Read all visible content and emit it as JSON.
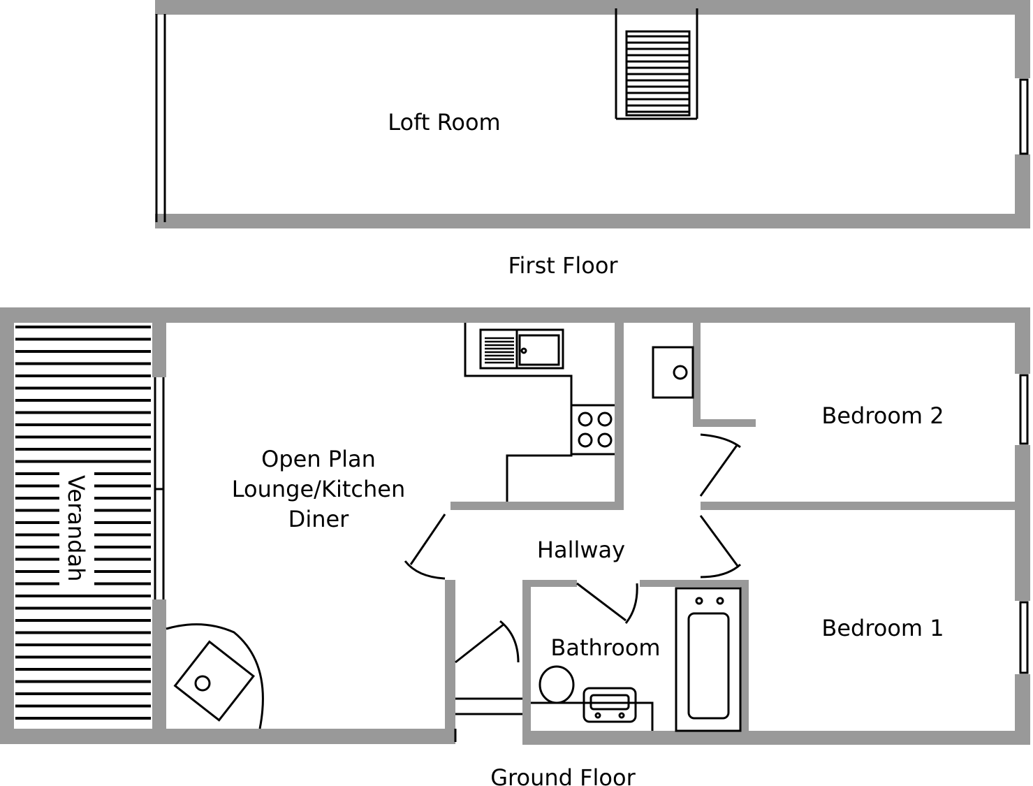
{
  "first_floor": {
    "caption": "First Floor",
    "rooms": {
      "loft": "Loft Room"
    }
  },
  "ground_floor": {
    "caption": "Ground Floor",
    "rooms": {
      "verandah": "Verandah",
      "lounge_line1": "Open Plan",
      "lounge_line2": "Lounge/Kitchen",
      "lounge_line3": "Diner",
      "hallway": "Hallway",
      "bedroom2": "Bedroom 2",
      "bedroom1": "Bedroom 1",
      "bathroom": "Bathroom"
    }
  },
  "colors": {
    "wall": "#999999",
    "line": "#000000"
  }
}
